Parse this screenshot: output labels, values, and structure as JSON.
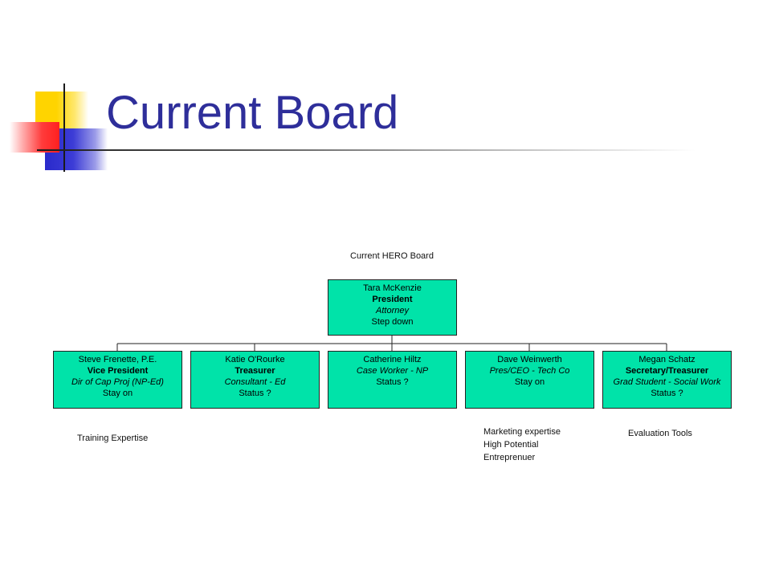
{
  "slide": {
    "title": "Current Board"
  },
  "org_chart": {
    "caption": "Current HERO Board",
    "root": {
      "name": "Tara McKenzie",
      "role": "President",
      "job": "Attorney",
      "status": "Step down"
    },
    "members": [
      {
        "name": "Steve Frenette, P.E.",
        "role": "Vice President",
        "job": "Dir of Cap Proj (NP-Ed)",
        "status": "Stay on",
        "notes": [
          "Training Expertise"
        ]
      },
      {
        "name": "Katie O'Rourke",
        "role": "Treasurer",
        "job": "Consultant - Ed",
        "status": "Status ?",
        "notes": []
      },
      {
        "name": "Catherine Hiltz",
        "role": "",
        "job": "Case Worker - NP",
        "status": "Status ?",
        "notes": []
      },
      {
        "name": "Dave Weinwerth",
        "role": "",
        "job": "Pres/CEO - Tech Co",
        "status": "Stay on",
        "notes": [
          "Marketing expertise",
          "High Potential",
          "Entreprenuer"
        ]
      },
      {
        "name": "Megan Schatz",
        "role": "Secretary/Treasurer",
        "job": "Grad Student - Social Work",
        "status": "Status ?",
        "notes": [
          "Evaluation Tools"
        ]
      }
    ],
    "colors": {
      "box_fill": "#00e3a9",
      "box_border": "#222222",
      "title": "#2e2e9a"
    }
  }
}
